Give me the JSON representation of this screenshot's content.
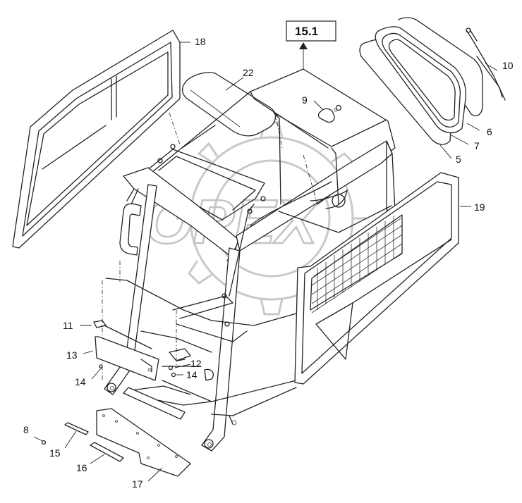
{
  "diagram": {
    "reference_box": "15.1",
    "callouts": [
      {
        "id": "c18",
        "label": "18"
      },
      {
        "id": "c22",
        "label": "22"
      },
      {
        "id": "c9",
        "label": "9"
      },
      {
        "id": "c10",
        "label": "10"
      },
      {
        "id": "c6",
        "label": "6"
      },
      {
        "id": "c7",
        "label": "7"
      },
      {
        "id": "c5",
        "label": "5"
      },
      {
        "id": "c19",
        "label": "19"
      },
      {
        "id": "c11",
        "label": "11"
      },
      {
        "id": "c13",
        "label": "13"
      },
      {
        "id": "c14a",
        "label": "14"
      },
      {
        "id": "c12",
        "label": "12"
      },
      {
        "id": "c14b",
        "label": "14"
      },
      {
        "id": "c8",
        "label": "8"
      },
      {
        "id": "c15",
        "label": "15"
      },
      {
        "id": "c16",
        "label": "16"
      },
      {
        "id": "c17",
        "label": "17"
      }
    ],
    "watermark": "OPEX",
    "colors": {
      "line": "#222222",
      "watermark": "#c9c9c9",
      "background": "#ffffff"
    }
  }
}
